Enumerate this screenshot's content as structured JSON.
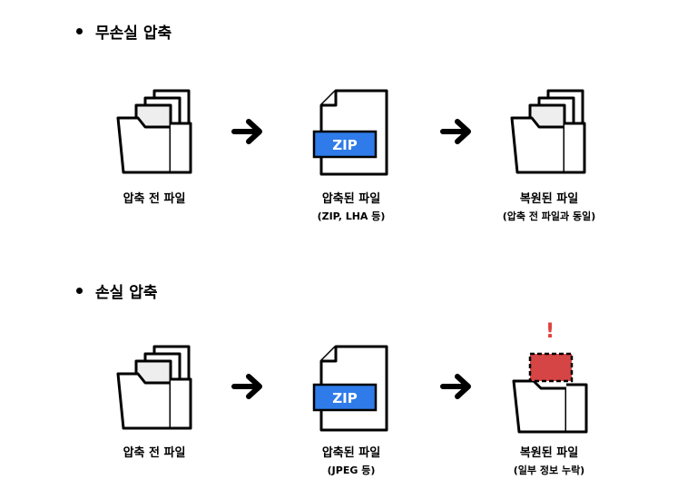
{
  "section1": {
    "title": "무손실 압축",
    "steps": [
      {
        "label": "압축 전 파일",
        "sub": ""
      },
      {
        "label": "압축된 파일",
        "sub": "(ZIP, LHA 등)",
        "badge": "ZIP"
      },
      {
        "label": "복원된 파일",
        "sub": "(압축 전 파일과 동일)"
      }
    ]
  },
  "section2": {
    "title": "손실 압축",
    "steps": [
      {
        "label": "압축 전 파일",
        "sub": ""
      },
      {
        "label": "압축된 파일",
        "sub": "(JPEG 등)",
        "badge": "ZIP"
      },
      {
        "label": "복원된 파일",
        "sub": "(일부 정보 누락)"
      }
    ],
    "alert_symbol": "!"
  },
  "colors": {
    "badge": "#2f7bea",
    "loss": "#d64545",
    "alert": "#e0403a"
  }
}
